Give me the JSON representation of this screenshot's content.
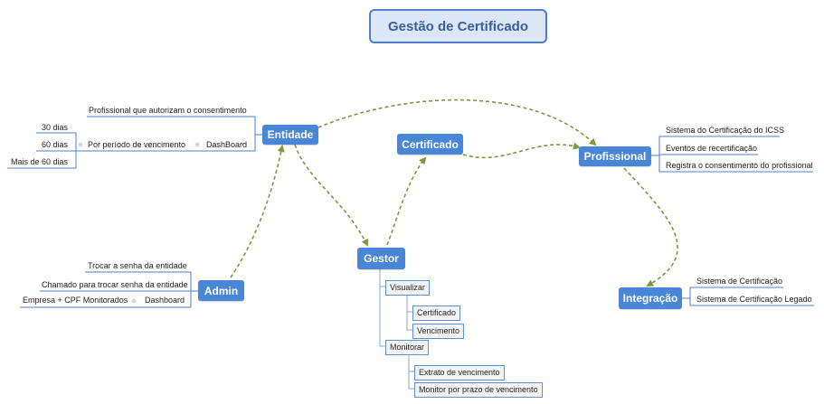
{
  "title": "Gestão de Certificado",
  "nodes": {
    "entidade": "Entidade",
    "certificado": "Certificado",
    "profissional": "Profissional",
    "gestor": "Gestor",
    "admin": "Admin",
    "integracao": "Integração"
  },
  "entidade_branch": {
    "consentimento": "Profissional que autorizam o consentimento",
    "dashboard": "DashBoard",
    "periodo": "Por período de vencimento",
    "d30": "30 dias",
    "d60": "60 dias",
    "d60plus": "Mais de 60 dias"
  },
  "admin_branch": {
    "trocar": "Trocar a senha da entidade",
    "chamado": "Chamado para trocar senha da entidade",
    "dashboard": "Dashboard",
    "empresa": "Empresa + CPF Monitorados"
  },
  "profissional_branch": {
    "sistema_icss": "Sistema do Certificação do ICSS",
    "eventos": "Eventos de recertificação",
    "registra": "Registra o consentimento do profissional"
  },
  "integracao_branch": {
    "sistema": "Sistema de Certificação",
    "legado": "Sistema de Certificação Legado"
  },
  "gestor_branch": {
    "visualizar": "Visualizar",
    "certificado": "Certificado",
    "vencimento": "Vencimento",
    "monitorar": "Monitorar",
    "extrato": "Extrato de vencimento",
    "monitor_prazo": "Monitor por prazo de vencimento"
  },
  "colors": {
    "node": "#4a86d6",
    "arrow": "#7b9a3d",
    "branch": "#4a7fd0",
    "title_bg": "#dbe6f6"
  }
}
